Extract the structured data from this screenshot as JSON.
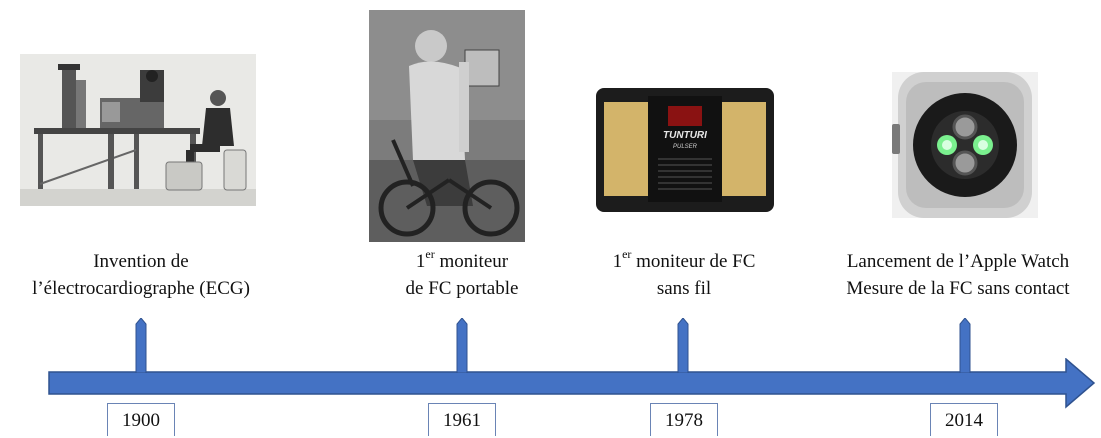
{
  "colors": {
    "axis": "#4472c4",
    "axis_edge": "#2f528f",
    "tick": "#4472c4"
  },
  "events": [
    {
      "year": "1900",
      "caption_line1": "Invention de",
      "caption_line2": "l’électrocardiographe (ECG)"
    },
    {
      "year": "1961",
      "caption_ord": "1",
      "caption_sup": "er",
      "caption_rest": " moniteur",
      "caption_line2": "de FC portable"
    },
    {
      "year": "1978",
      "caption_ord": "1",
      "caption_sup": "er",
      "caption_rest": " moniteur de FC",
      "caption_line2": "sans fil"
    },
    {
      "year": "2014",
      "caption_line1": "Lancement de l’Apple Watch",
      "caption_line2": "Mesure de la FC sans contact"
    }
  ],
  "device_text": {
    "brand": "TUNTURI",
    "model": "PULSER"
  }
}
